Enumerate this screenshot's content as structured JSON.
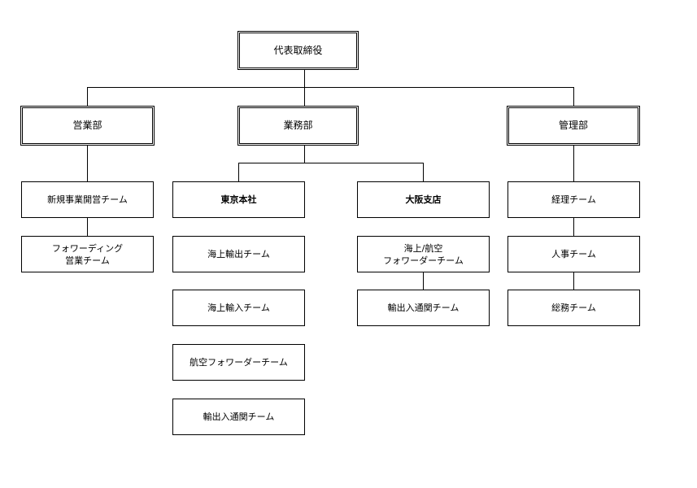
{
  "ceo": "代表取締役",
  "divisions": {
    "sales": "営業部",
    "operations": "業務部",
    "admin": "管理部"
  },
  "sales_teams": [
    "新規事業開営チーム",
    "フォワーディング\n営業チーム"
  ],
  "branches": {
    "tokyo": "東京本社",
    "osaka": "大阪支店"
  },
  "tokyo_teams": [
    "海上輸出チーム",
    "海上輸入チーム",
    "航空フォワーダーチーム",
    "輸出入通関チーム"
  ],
  "osaka_teams": [
    "海上/航空\nフォワーダーチーム",
    "輸出入通関チーム"
  ],
  "admin_teams": [
    "経理チーム",
    "人事チーム",
    "総務チーム"
  ]
}
